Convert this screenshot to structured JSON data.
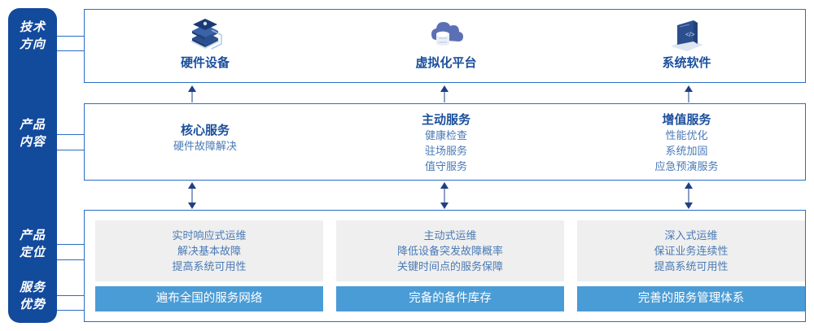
{
  "rail": {
    "items": [
      {
        "name": "technology-direction",
        "line1": "技术",
        "line2": "方向"
      },
      {
        "name": "product-content",
        "line1": "产品",
        "line2": "内容"
      },
      {
        "name": "product-positioning",
        "line1": "产品",
        "line2": "定位"
      },
      {
        "name": "service-advantage",
        "line1": "服务",
        "line2": "优势"
      }
    ]
  },
  "technology": {
    "columns": [
      {
        "icon": "server-stack-icon",
        "title": "硬件设备"
      },
      {
        "icon": "cloud-database-icon",
        "title": "虚拟化平台"
      },
      {
        "icon": "software-laptop-icon",
        "title": "系统软件"
      }
    ]
  },
  "product_content": {
    "columns": [
      {
        "title": "核心服务",
        "lines": [
          "硬件故障解决"
        ]
      },
      {
        "title": "主动服务",
        "lines": [
          "健康检查",
          "驻场服务",
          "值守服务"
        ]
      },
      {
        "title": "增值服务",
        "lines": [
          "性能优化",
          "系统加固",
          "应急预演服务"
        ]
      }
    ]
  },
  "positioning": {
    "cards": [
      {
        "lines": [
          "实时响应式运维",
          "解决基本故障",
          "提高系统可用性"
        ]
      },
      {
        "lines": [
          "主动式运维",
          "降低设备突发故障概率",
          "关键时间点的服务保障"
        ]
      },
      {
        "lines": [
          "深入式运维",
          "保证业务连续性",
          "提高系统可用性"
        ]
      }
    ]
  },
  "advantages": {
    "bars": [
      {
        "label": "遍布全国的服务网络"
      },
      {
        "label": "完备的备件库存"
      },
      {
        "label": "完善的服务管理体系"
      }
    ]
  },
  "colors": {
    "rail_blue": "#124a9c",
    "border_blue": "#2a6fc4",
    "title_blue": "#1a4f9c",
    "body_blue": "#4a7ab5",
    "bar_blue": "#4a9cd6",
    "card_grey": "#efefef",
    "arrow_navy": "#1f3f86"
  }
}
